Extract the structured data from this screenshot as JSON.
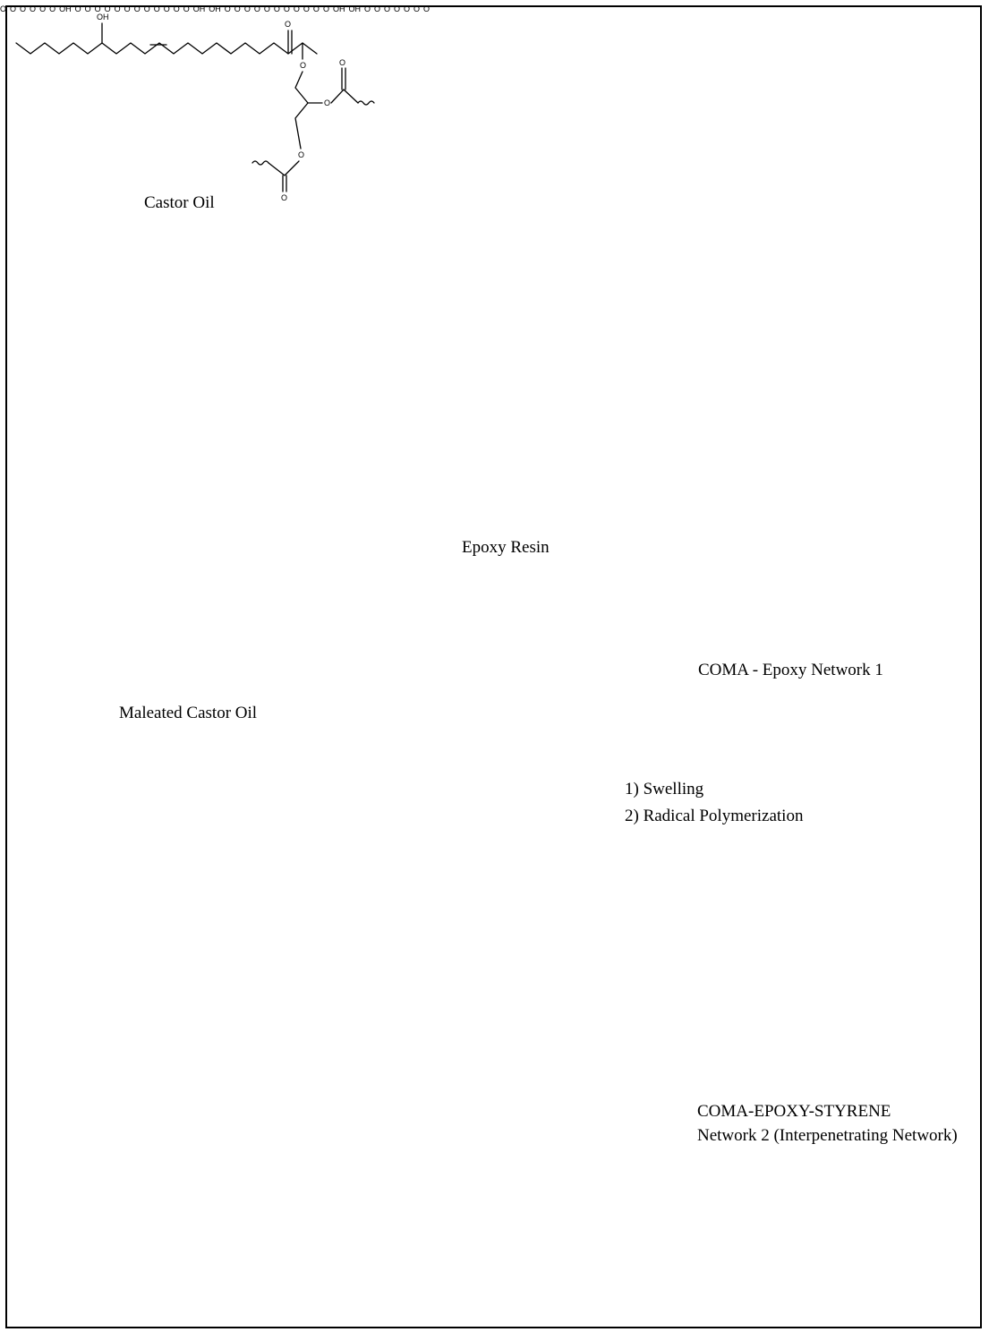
{
  "labels": {
    "castor_oil": "Castor Oil",
    "maleated_castor_oil": "Maleated Castor Oil",
    "epoxy_resin": "Epoxy Resin",
    "coma_epoxy_network_1": "COMA - Epoxy Network 1",
    "step_1": "1) Swelling",
    "step_2": "2) Radical Polymerization",
    "network_2_line1": "COMA-EPOXY-STYRENE",
    "network_2_line2": "Network 2 (Interpenetrating Network)"
  },
  "atoms": {
    "oh": "OH",
    "o": "O"
  }
}
